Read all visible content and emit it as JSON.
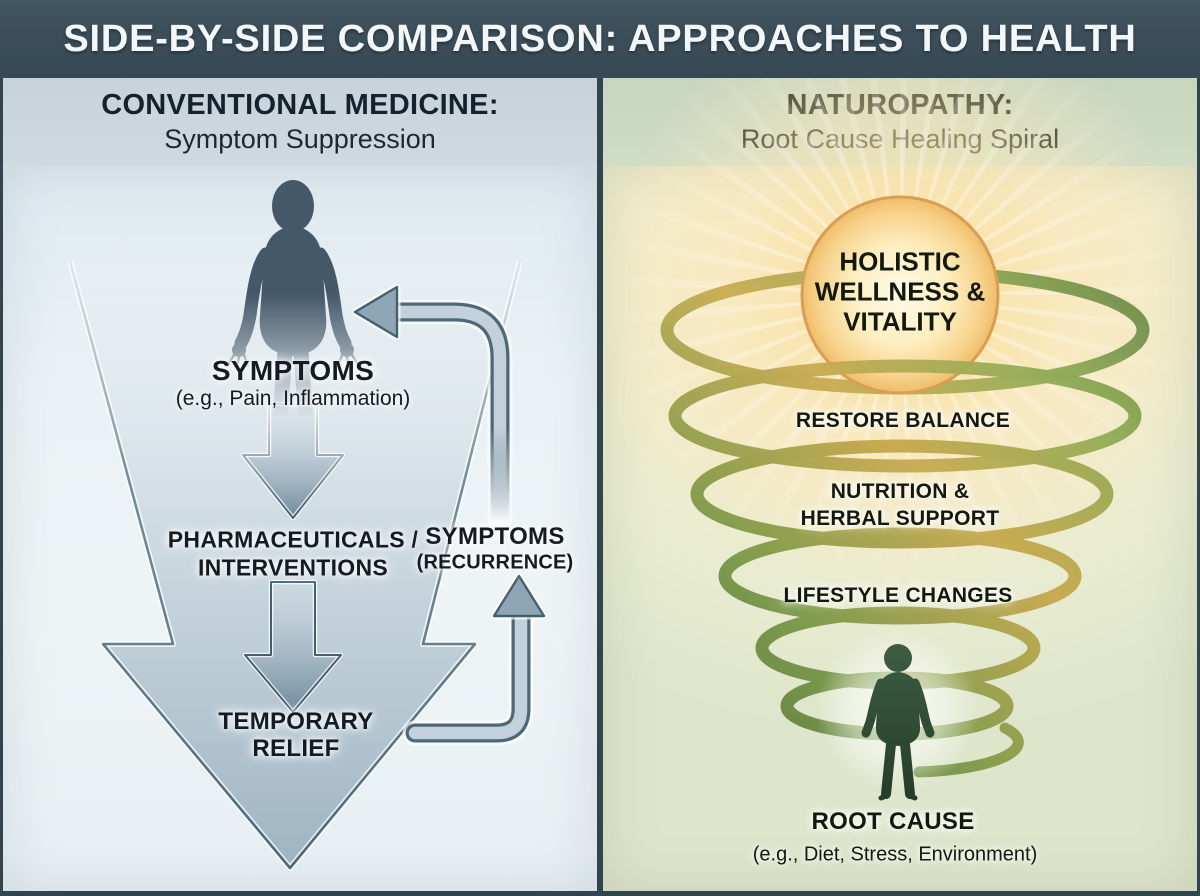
{
  "banner": {
    "title": "SIDE-BY-SIDE COMPARISON: APPROACHES TO HEALTH"
  },
  "left_panel": {
    "title": "CONVENTIONAL MEDICINE:",
    "subtitle": "Symptom Suppression",
    "labels": {
      "symptoms": "SYMPTOMS",
      "symptoms_example": "(e.g., Pain, Inflammation)",
      "pharma_line1": "PHARMACEUTICALS /",
      "pharma_line2": "INTERVENTIONS",
      "recurrence_line1": "SYMPTOMS",
      "recurrence_line2": "(RECURRENCE)",
      "relief_line1": "TEMPORARY",
      "relief_line2": "RELIEF"
    }
  },
  "right_panel": {
    "title": "NATUROPATHY:",
    "subtitle": "Root Cause Healing Spiral",
    "labels": {
      "sun_line1": "HOLISTIC",
      "sun_line2": "WELLNESS &",
      "sun_line3": "VITALITY",
      "step1": "RESTORE BALANCE",
      "step2_line1": "NUTRITION &",
      "step2_line2": "HERBAL SUPPORT",
      "step3": "LIFESTYLE CHANGES",
      "root_cause": "ROOT CAUSE",
      "root_cause_example": "(e.g., Diet, Stress, Environment)"
    }
  },
  "colors": {
    "banner_bg": "#3C4F5B",
    "frame": "#32444D",
    "left_header_band": "#CCD6DD",
    "left_body": "#ECF3F5",
    "right_header_band": "#CCD9C3",
    "right_body_warm": "#F6ECC9",
    "right_body_green": "#DDE5CB",
    "steel_arrow": "#7E97A8",
    "steel_outline": "#4C6473",
    "silhouette_left": "#44586A",
    "silhouette_right": "#2E4A34",
    "spiral_green": "#6B8A47",
    "spiral_gold": "#C9AB52",
    "sun_fill": "#F7D28B",
    "sun_border": "#D79E55"
  }
}
